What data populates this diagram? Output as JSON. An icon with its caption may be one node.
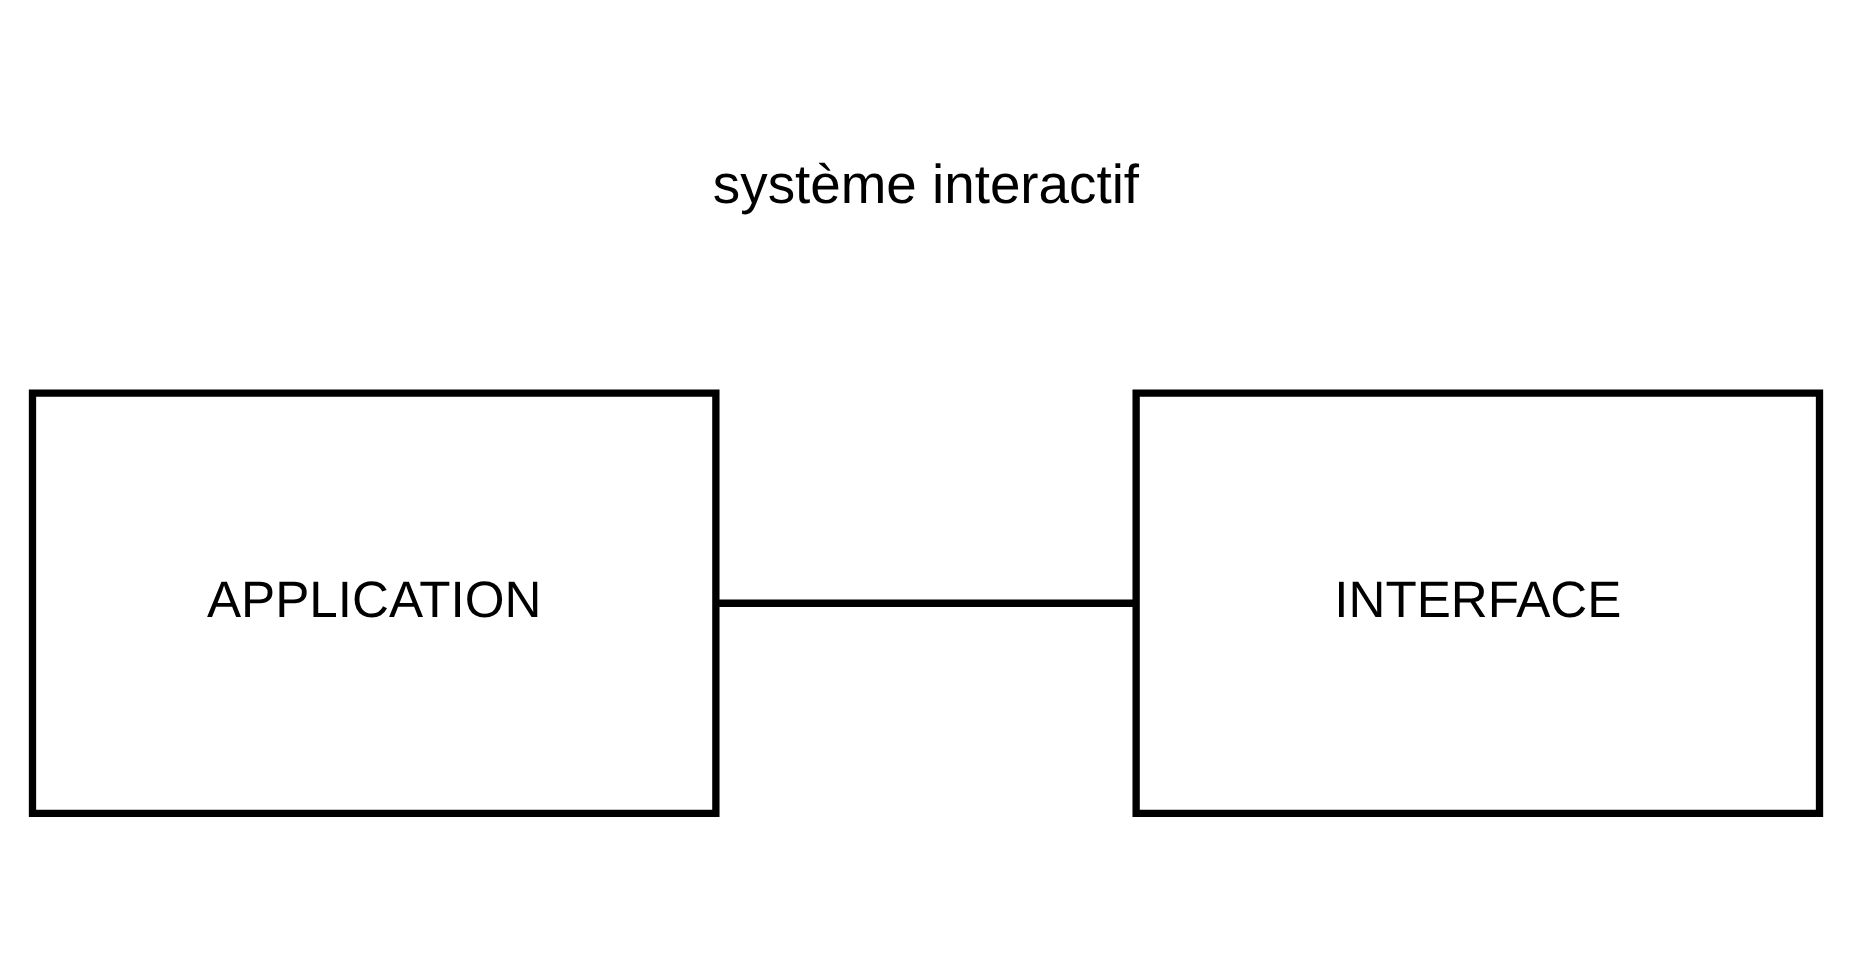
{
  "diagram": {
    "nodes": [
      {
        "text": [
          "APPLICATION"
        ]
      },
      {
        "text": [
          "INTERFACE"
        ]
      }
    ],
    "edges": [
      {
        "from": 0,
        "to": 1,
        "arrow": "none"
      }
    ],
    "labels": [
      "système interactif"
    ]
  }
}
